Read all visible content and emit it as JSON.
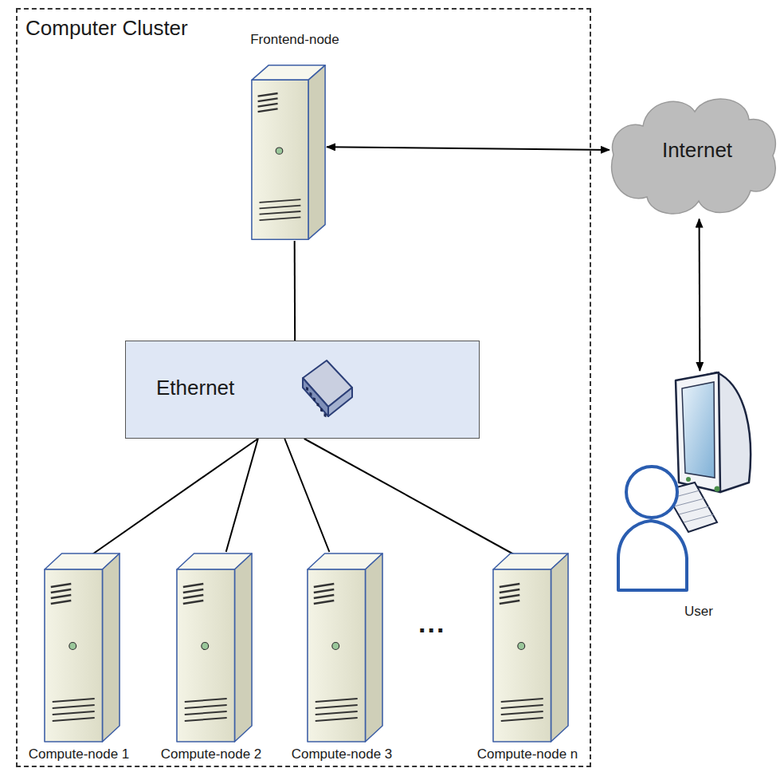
{
  "diagram": {
    "nodes": [
      {
        "text": [
          "Computer Cluster"
        ]
      },
      {
        "text": [
          "Frontend-node"
        ],
        "in": 0
      },
      {
        "text": [
          "Internet"
        ]
      },
      {
        "text": [
          "Ethernet"
        ],
        "in": 0
      },
      {
        "text": [
          "User"
        ]
      },
      {
        "text": [
          "Compute-node 1"
        ],
        "in": 0
      },
      {
        "text": [
          "Compute-node 2"
        ],
        "in": 0
      },
      {
        "text": [
          "Compute-node 3"
        ],
        "in": 0
      },
      {
        "text": [
          "Compute-node n"
        ],
        "in": 0
      }
    ],
    "edges": [
      {
        "from": 1,
        "to": 2,
        "arrow": "both"
      },
      {
        "from": 2,
        "to": 4,
        "arrow": "both"
      },
      {
        "from": 1,
        "to": 3,
        "arrow": "none"
      },
      {
        "from": 3,
        "to": 5,
        "arrow": "none"
      },
      {
        "from": 3,
        "to": 6,
        "arrow": "none"
      },
      {
        "from": 3,
        "to": 7,
        "arrow": "none"
      },
      {
        "from": 3,
        "to": 8,
        "arrow": "none"
      }
    ],
    "labels": [
      "..."
    ]
  }
}
